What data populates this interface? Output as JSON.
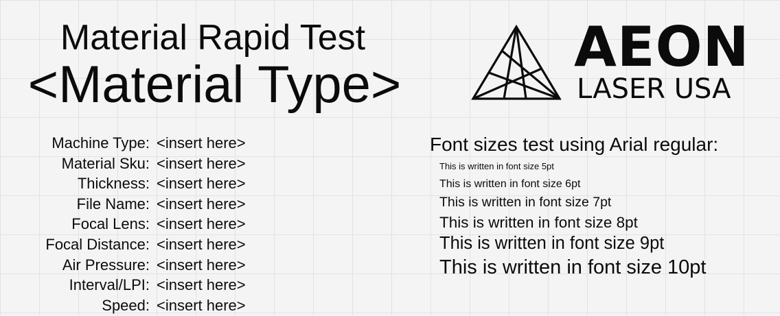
{
  "title": {
    "line1": "Material Rapid Test",
    "line2": "<Material Type>"
  },
  "logo": {
    "brand": "AEON",
    "subtitle": "LASER USA",
    "mark_icon": "triangle-logo-icon"
  },
  "specs": [
    {
      "label": "Machine Type:",
      "value": "<insert here>"
    },
    {
      "label": "Material Sku:",
      "value": "<insert here>"
    },
    {
      "label": "Thickness:",
      "value": "<insert here>"
    },
    {
      "label": "File Name:",
      "value": "<insert here>"
    },
    {
      "label": "Focal Lens:",
      "value": "<insert here>"
    },
    {
      "label": "Focal Distance:",
      "value": "<insert here>"
    },
    {
      "label": "Air Pressure:",
      "value": "<insert here>"
    },
    {
      "label": "Interval/LPI:",
      "value": "<insert here>"
    },
    {
      "label": "Speed:",
      "value": "<insert here>"
    }
  ],
  "font_test": {
    "title": "Font sizes test using Arial regular:",
    "samples": [
      {
        "text": "This is written in font size 5pt"
      },
      {
        "text": "This is written in font size 6pt"
      },
      {
        "text": "This is written in font size 7pt"
      },
      {
        "text": "This is written in font size 8pt"
      },
      {
        "text": "This is written in font size 9pt"
      },
      {
        "text": "This is written in font size 10pt"
      }
    ]
  },
  "colors": {
    "background": "#f4f4f4",
    "grid": "#e2e2e2",
    "ink": "#0b0b0b"
  }
}
